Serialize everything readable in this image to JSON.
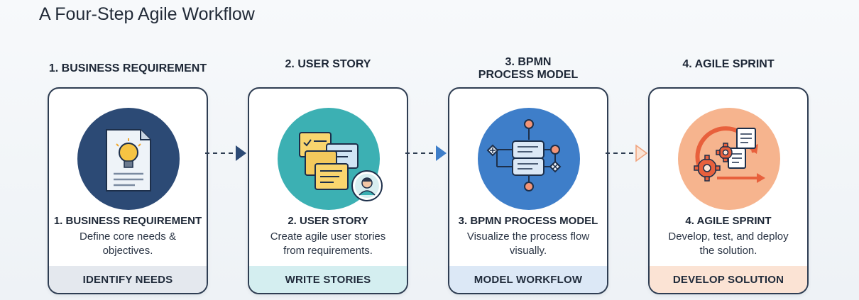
{
  "title": "A Four-Step Agile Workflow",
  "colors": {
    "border": "#2e3d52",
    "step1_circle": "#2c4a75",
    "step2_circle": "#3cb0b3",
    "step3_circle": "#3e7ec9",
    "step4_circle": "#f6b48e",
    "footer1": "#e4e8ee",
    "footer2": "#d4eef0",
    "footer3": "#dce8f6",
    "footer4": "#fbe3d4"
  },
  "steps": [
    {
      "heading": "1. BUSINESS REQUIREMENT",
      "card_title": "1. BUSINESS REQUIREMENT",
      "description": "Define core needs & objectives.",
      "footer": "IDENTIFY NEEDS",
      "icon": "document-lightbulb-icon"
    },
    {
      "heading": "2. USER STORY",
      "card_title": "2. USER STORY",
      "description": "Create agile user stories from requirements.",
      "footer": "WRITE STORIES",
      "icon": "sticky-notes-user-icon"
    },
    {
      "heading": "3. BPMN PROCESS MODEL",
      "card_title": "3. BPMN PROCESS MODEL",
      "description": "Visualize the process flow visually.",
      "footer": "MODEL WORKFLOW",
      "icon": "bpmn-flow-icon"
    },
    {
      "heading": "4. AGILE SPRINT",
      "card_title": "4. AGILE SPRINT",
      "description": "Develop, test, and deploy the solution.",
      "footer": "DEVELOP SOLUTION",
      "icon": "sprint-cycle-gears-icon"
    }
  ]
}
